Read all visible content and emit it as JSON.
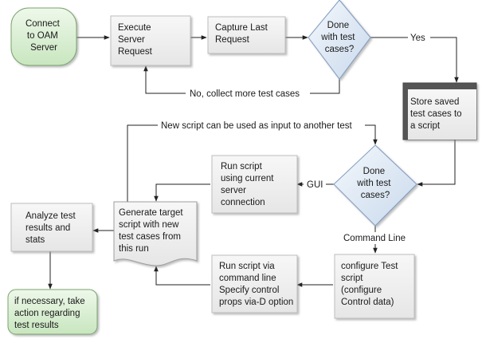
{
  "nodes": {
    "connect": [
      "Connect",
      "to OAM",
      "Server"
    ],
    "execute": [
      "Execute",
      "Server",
      "Request"
    ],
    "capture": [
      "Capture Last",
      "Request"
    ],
    "done1": [
      "Done",
      "with test",
      "cases?"
    ],
    "store": [
      "Store saved",
      "test cases to",
      "a script"
    ],
    "done2": [
      "Done",
      "with test",
      "cases?"
    ],
    "run_current": [
      "Run script",
      "using current",
      "server",
      "connection"
    ],
    "generate": [
      "Generate target",
      "script with new",
      "test cases from",
      "this run"
    ],
    "analyze": [
      "Analyze test",
      "results and",
      "stats"
    ],
    "action": [
      "if necessary, take",
      "action regarding",
      "test results"
    ],
    "run_cmd": [
      "Run script via",
      "command line",
      "Specify control",
      "props via-D option"
    ],
    "configure": [
      "configure Test",
      "script",
      "(configure",
      "Control data)"
    ]
  },
  "edge_labels": {
    "yes": "Yes",
    "no_collect": "No, collect more test cases",
    "new_script": "New script can be used as input to another test",
    "gui": "GUI",
    "command_line": "Command Line"
  },
  "colors": {
    "box_fill": "#eeeeee",
    "box_shadow": "#9a9a9a",
    "green_fill": "#d6eecf",
    "green_stroke": "#7aa36d",
    "diamond_fill": "#dde8f5",
    "diamond_stroke": "#7f9bc0",
    "line": "#222222",
    "store_header": "#555555"
  }
}
